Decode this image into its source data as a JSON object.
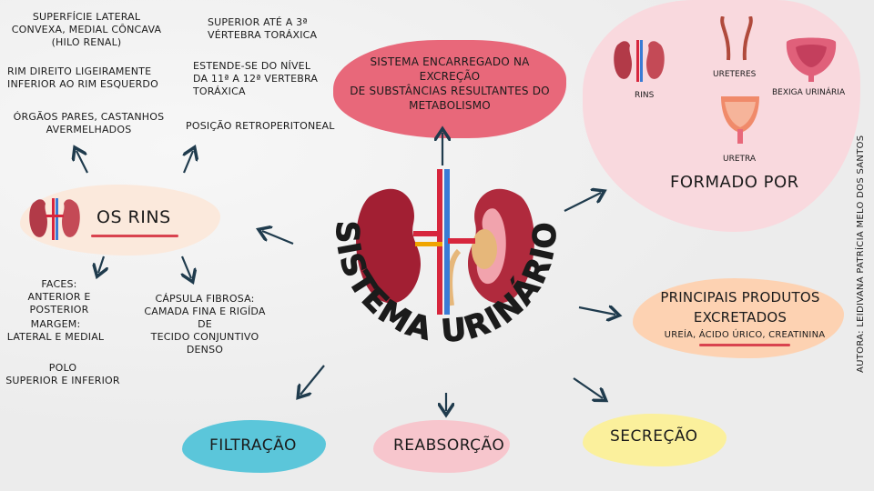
{
  "center_title": "SISTEMA URINÁRIO",
  "rins": {
    "title": "OS RINS",
    "superficie": "SUPERFÍCIE LATERAL\nCONVEXA, MEDIAL CÔNCAVA\n(HILO RENAL)",
    "rim_direito": "RIM DIREITO LIGEIRAMENTE\nINFERIOR AO RIM ESQUERDO",
    "orgaos": "ÓRGÃOS PARES, CASTANHOS\nAVERMELHADOS",
    "superior": "SUPERIOR ATÉ A 3ª\nVÉRTEBRA TORÁXICA",
    "estende": "ESTENDE-SE DO NÍVEL\nDA 11ª A 12ª VERTEBRA\nTORÁXICA",
    "posicao": "POSIÇÃO RETROPERITONEAL",
    "faces": "FACES:\nANTERIOR E POSTERIOR",
    "margem": "MARGEM:\nLATERAL E MEDIAL",
    "polo": "POLO\nSUPERIOR E INFERIOR",
    "capsula": "CÁPSULA FIBROSA:\nCAMADA FINA E RIGÍDA DE\nTECIDO CONJUNTIVO DENSO"
  },
  "sistema_desc": "SISTEMA ENCARREGADO NA EXCREÇÃO\nDE SUBSTÂNCIAS RESULTANTES DO\nMETABOLISMO",
  "formado": {
    "title": "FORMADO POR",
    "rins": "RINS",
    "ureteres": "URETERES",
    "bexiga": "BEXIGA URINÁRIA",
    "uretra": "URETRA"
  },
  "produtos": {
    "title": "PRINCIPAIS PRODUTOS\nEXCRETADOS",
    "list": "UREÍA, ÁCIDO ÚRICO, CREATININA"
  },
  "processos": {
    "filtracao": "FILTRAÇÃO",
    "reabsorcao": "REABSORÇÃO",
    "secrecao": "SECREÇÃO"
  },
  "author": "AUTORA: LEIDIVANA PATRÍCIA MELO DOS SANTOS",
  "colors": {
    "pink_box": "#e8687a",
    "light_pink": "#f9d9de",
    "peach": "#fdd2b2",
    "cream": "#fbe9dc",
    "cyan": "#5bc6da",
    "blush": "#f7c6cd",
    "yellow": "#fbf09c",
    "arrow": "#1f3b4d"
  }
}
